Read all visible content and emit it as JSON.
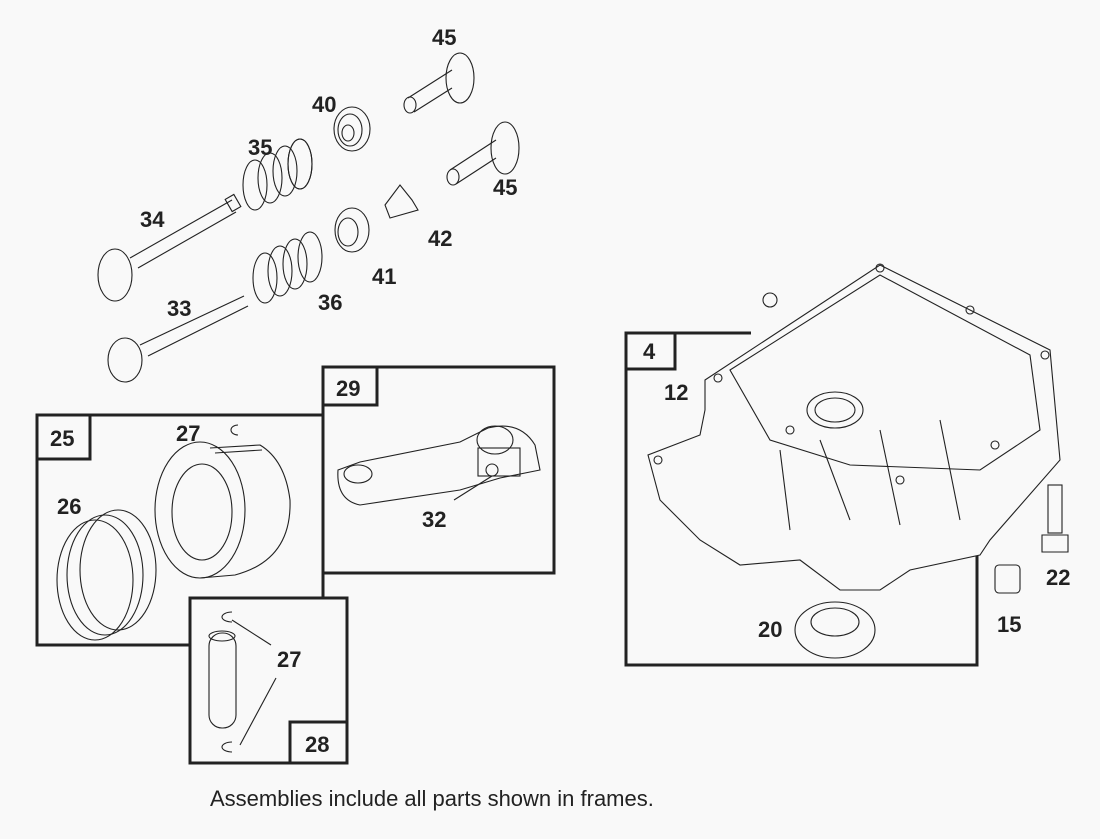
{
  "diagram": {
    "title": "Exploded parts diagram: valves, piston, connecting rod, crankcase sump",
    "caption": "Assemblies include all parts shown in frames.",
    "callouts": {
      "p45a": "45",
      "p45b": "45",
      "p40": "40",
      "p35": "35",
      "p42": "42",
      "p34": "34",
      "p41": "41",
      "p33": "33",
      "p36": "36",
      "p27a": "27",
      "p26": "26",
      "p32": "32",
      "p27b": "27",
      "p12": "12",
      "p22": "22",
      "p15": "15",
      "p20": "20"
    },
    "frames": {
      "f25": "25",
      "f29": "29",
      "f28": "28",
      "f4": "4"
    },
    "colors": {
      "background": "#f9f9f9",
      "ink": "#222222"
    }
  }
}
